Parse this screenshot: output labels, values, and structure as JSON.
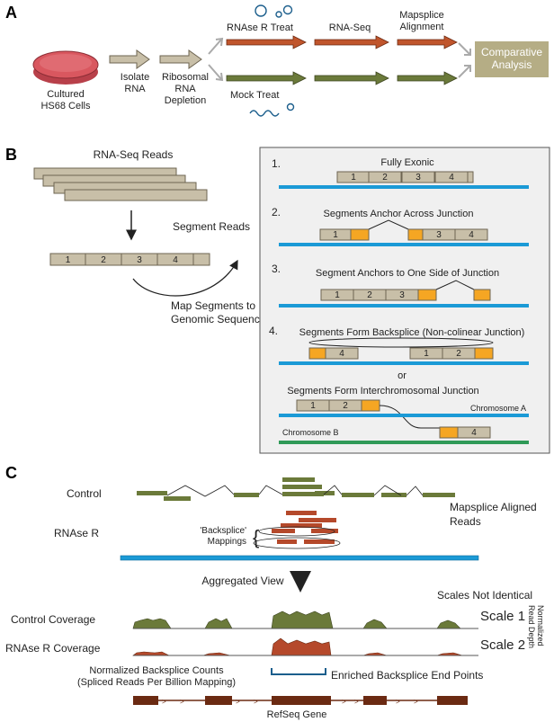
{
  "panel_a": {
    "letter": "A",
    "cells": "Cultured\nHS68 Cells",
    "isolate": "Isolate\nRNA",
    "depletion": "Ribosomal\nRNA\nDepletion",
    "rnase_treat": "RNAse R Treat",
    "rna_seq": "RNA-Seq",
    "mapsplice": "Mapsplice\nAlignment",
    "mock": "Mock Treat",
    "comparative": "Comparative\nAnalysis"
  },
  "panel_b": {
    "letter": "B",
    "reads_title": "RNA-Seq Reads",
    "segment_reads": "Segment Reads",
    "segments": [
      "1",
      "2",
      "3",
      "4"
    ],
    "map_segments": "Map Segments to\nGenomic Sequence",
    "cases": [
      {
        "num": "1.",
        "title": "Fully Exonic",
        "labels": [
          "1",
          "2",
          "3",
          "4"
        ]
      },
      {
        "num": "2.",
        "title": "Segments Anchor Across Junction",
        "labels": [
          "1",
          "3",
          "4"
        ]
      },
      {
        "num": "3.",
        "title": "Segment Anchors to One Side of Junction",
        "labels": [
          "1",
          "2",
          "3"
        ]
      },
      {
        "num": "4.",
        "title": "Segments Form Backsplice (Non-colinear Junction)",
        "labels": [
          "4",
          "1",
          "2"
        ]
      }
    ],
    "or": "or",
    "interchrom_title": "Segments Form Interchromosomal Junction",
    "interchrom_labels": [
      "1",
      "2",
      "4"
    ],
    "chrom_a": "Chromosome A",
    "chrom_b": "Chromosome B"
  },
  "panel_c": {
    "letter": "C",
    "control": "Control",
    "rnase": "RNAse R",
    "mapsplice_reads": "Mapsplice Aligned\nReads",
    "backsplice_mappings": "'Backsplice'\nMappings",
    "aggregated": "Aggregated View",
    "scales_not_identical": "Scales Not Identical",
    "control_coverage": "Control Coverage",
    "rnase_coverage": "RNAse R Coverage",
    "scale1": "Scale 1",
    "scale2": "Scale 2",
    "normalized_depth": "Normalized\nRead Depth",
    "normalized_counts": "Normalized Backsplice Counts\n(Spliced Reads Per Billion Mapping)",
    "enriched": "Enriched Backsplice End Points",
    "refseq": "RefSeq Gene"
  },
  "colors": {
    "tan": "#c8bfa8",
    "tan_edge": "#6e6552",
    "orange": "#f5a623",
    "blue": "#1b9ad6",
    "green": "#2f9a57",
    "olive": "#6b7a3a",
    "rust": "#b5492b",
    "brown": "#6b2a12",
    "dark_blue": "#1b5e8c",
    "panel_bg": "#f0f0f0",
    "petri": "#d9575f",
    "comparative_box": "#b5ad85"
  }
}
